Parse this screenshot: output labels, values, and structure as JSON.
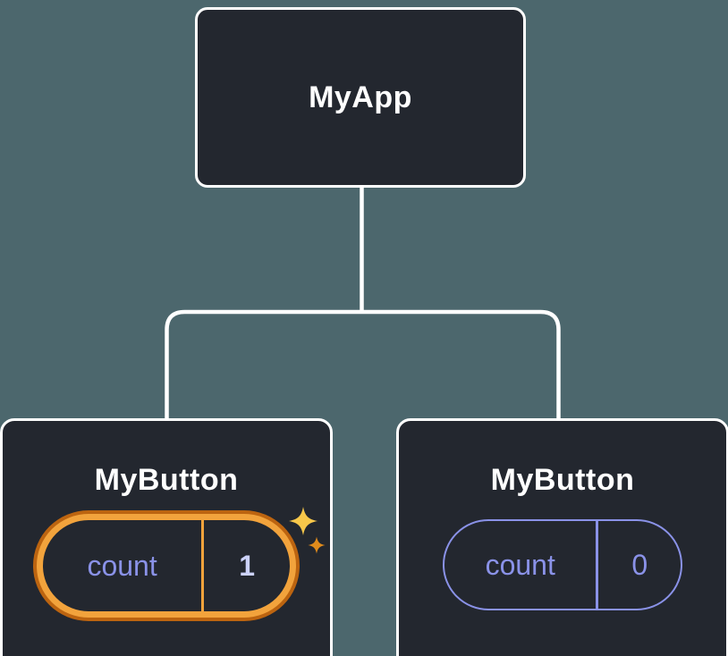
{
  "diagram": {
    "root": {
      "label": "MyApp"
    },
    "children": [
      {
        "label": "MyButton",
        "state": {
          "key": "count",
          "value": "1"
        },
        "highlighted": true
      },
      {
        "label": "MyButton",
        "state": {
          "key": "count",
          "value": "0"
        },
        "highlighted": false
      }
    ]
  },
  "icons": {
    "sparkle": "✦"
  },
  "colors": {
    "background": "#4c676d",
    "node_fill": "#23272f",
    "node_border": "#ffffff",
    "connector": "#ffffff",
    "text": "#ffffff",
    "lavender": "#8a92e8",
    "value_light": "#ccd2fa",
    "orange": "#f2a33c",
    "orange_dark": "#bc6410",
    "sparkle_gold": "#f8c84a",
    "sparkle_orange": "#e08b1c"
  }
}
